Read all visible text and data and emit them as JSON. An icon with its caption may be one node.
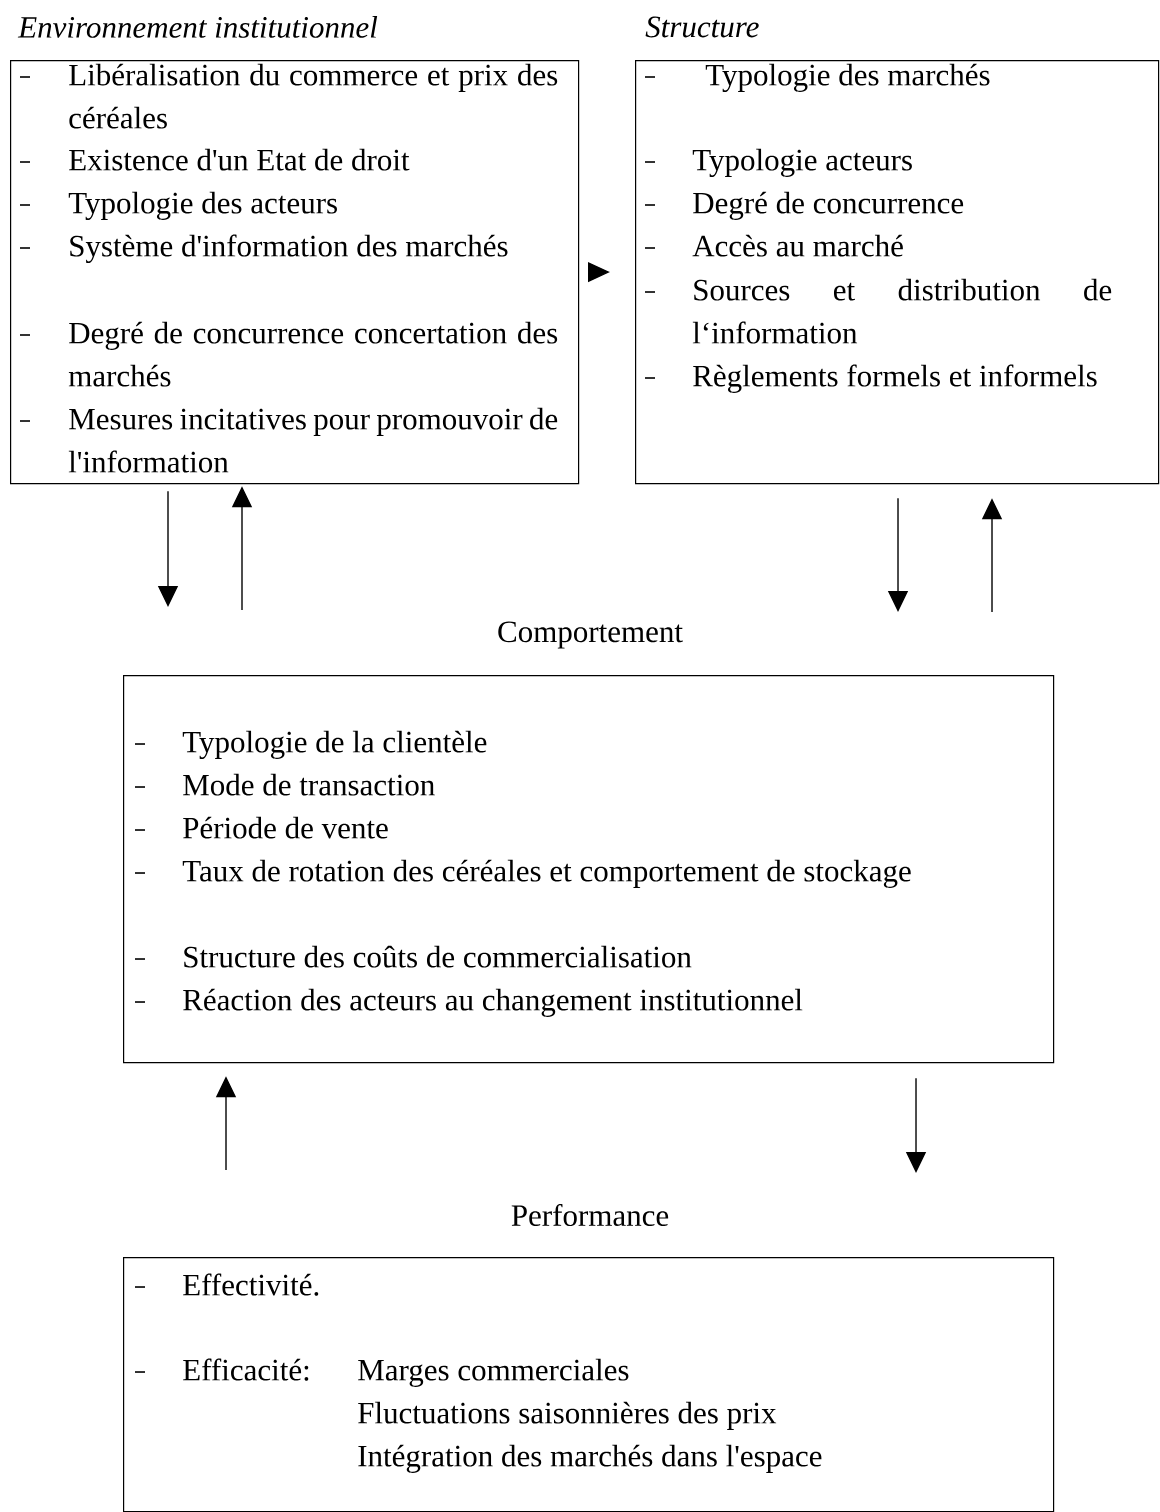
{
  "diagram": {
    "nodes": [
      {
        "text": [
          "Environnement institutionnel",
          "Libéralisation du commerce et prix des céréales",
          "Existence d'un Etat de droit",
          "Typologie des acteurs",
          "Système d'information des marchés",
          "Degré de concurrence concertation des marchés",
          "Mesures incitatives pour promouvoir de l'information"
        ]
      },
      {
        "text": [
          "Structure",
          "Typologie des marchés",
          "Typologie acteurs",
          "Degré de concurrence",
          "Accès au marché",
          "Sources et distribution de l‘information",
          "Règlements formels et informels"
        ]
      },
      {
        "text": [
          "Comportement",
          "Typologie de la clientèle",
          "Mode de transaction",
          "Période de vente",
          "Taux de rotation des céréales et comportement de stockage",
          "Structure des coûts de commercialisation",
          "Réaction des acteurs au changement institutionnel"
        ]
      },
      {
        "text": [
          "Performance",
          "Effectivité.",
          "Efficacité:",
          "Marges commerciales",
          "Fluctuations saisonnières des prix",
          "Intégration des marchés dans l'espace"
        ]
      }
    ],
    "edges": [
      {
        "from": 0,
        "to": 1,
        "arrow": "to"
      },
      {
        "from": 0,
        "to": 2,
        "arrow": "to"
      },
      {
        "from": 2,
        "to": 0,
        "arrow": "to"
      },
      {
        "from": 1,
        "to": 2,
        "arrow": "to"
      },
      {
        "from": 2,
        "to": 1,
        "arrow": "to"
      },
      {
        "from": 3,
        "to": 2,
        "arrow": "to"
      },
      {
        "from": 2,
        "to": 3,
        "arrow": "to"
      }
    ]
  }
}
